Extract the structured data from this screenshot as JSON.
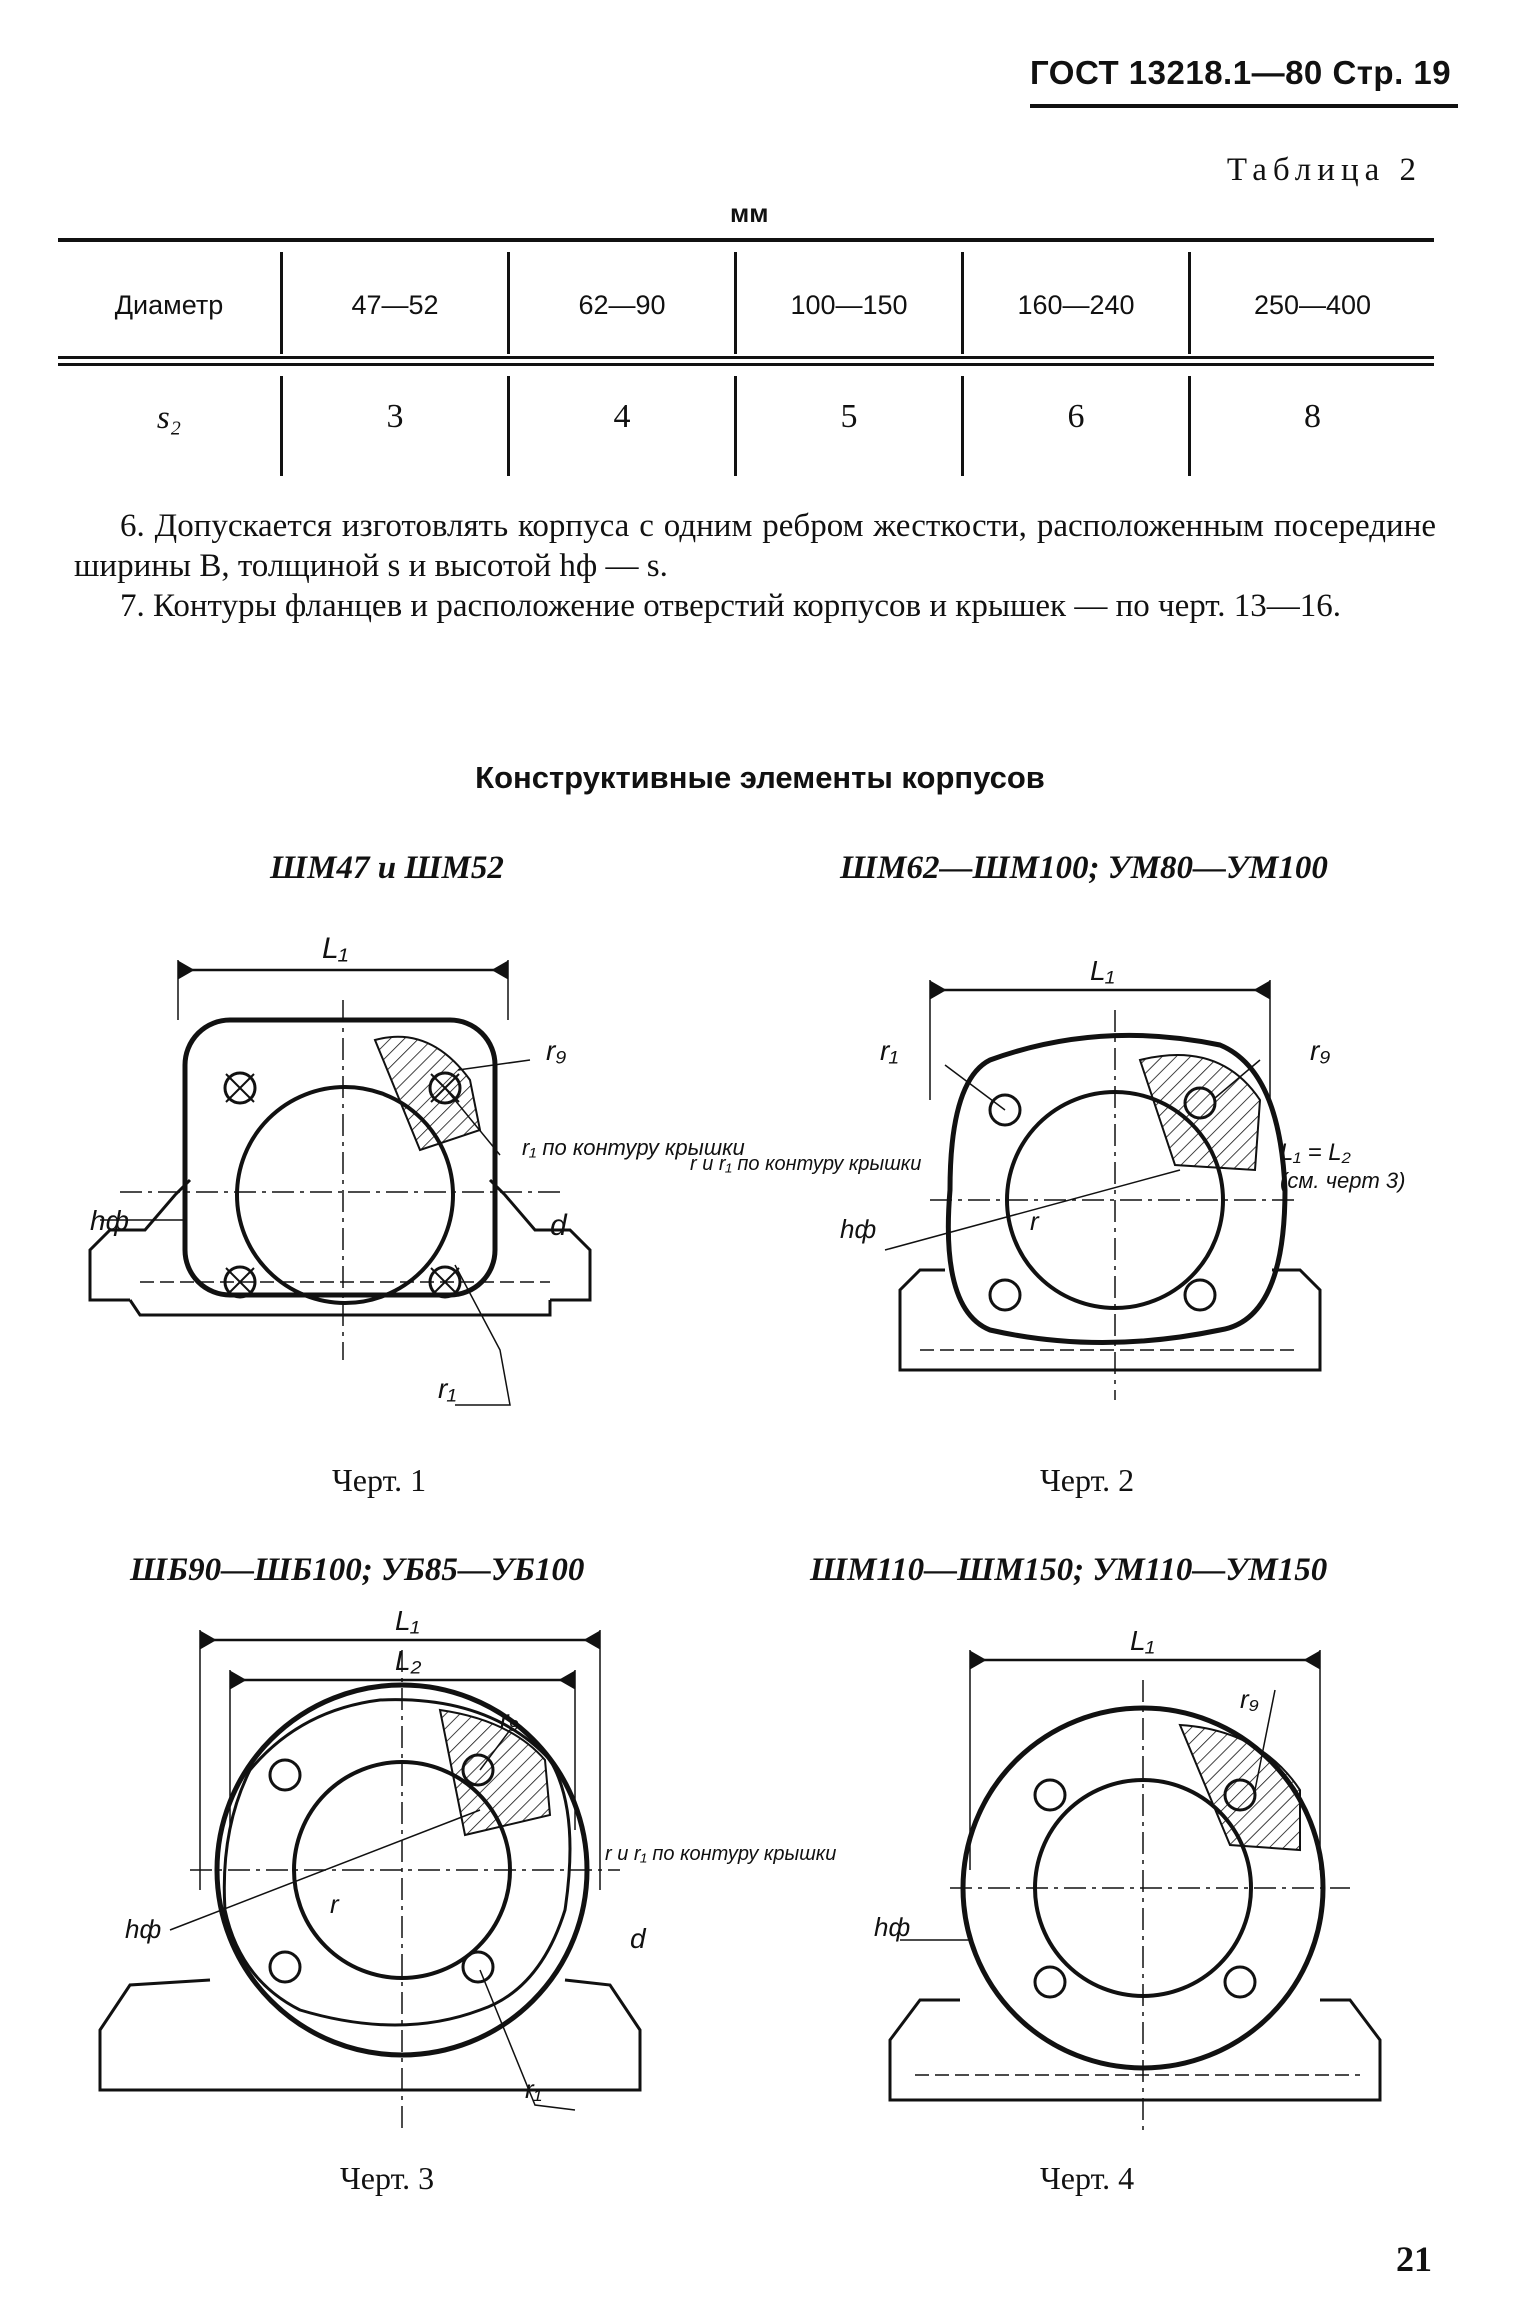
{
  "header": {
    "code": "ГОСТ 13218.1—80 Стр. 19"
  },
  "table": {
    "title": "Таблица 2",
    "units": "мм",
    "row1_label": "Диаметр",
    "row1_values": [
      "47—52",
      "62—90",
      "100—150",
      "160—240",
      "250—400"
    ],
    "row2_label": "s₂",
    "row2_values": [
      "3",
      "4",
      "5",
      "6",
      "8"
    ]
  },
  "paragraphs": [
    "6. Допускается изготовлять корпуса с одним ребром жесткости, расположенным посередине ширины B, толщиной s и высотой hф — s.",
    "7. Контуры фланцев и расположение отверстий корпусов и крышек — по черт. 13—16."
  ],
  "section_title": "Конструктивные элементы корпусов",
  "drawings": [
    {
      "title": "ШМ47 и ШМ52",
      "caption": "Черт. 1",
      "labels": {
        "l1": "L₁",
        "r9": "r₉",
        "r1_note": "r₁ по контуру крышки",
        "hf": "hф",
        "d": "d",
        "r1": "r₁"
      }
    },
    {
      "title": "ШМ62—ШМ100; УМ80—УМ100",
      "caption": "Черт. 2",
      "labels": {
        "l1": "L₁",
        "r1": "r₁",
        "r9": "r₉",
        "eq": "L₁ = L₂",
        "eq_ref": "(см. черт 3)",
        "note": "r и r₁ по контуру крышки",
        "hf": "hф",
        "r": "r"
      }
    },
    {
      "title": "ШБ90—ШБ100; УБ85—УБ100",
      "caption": "Черт. 3",
      "labels": {
        "l1": "L₁",
        "l2": "L₂",
        "r9": "r₉",
        "note": "r и r₁ по контуру крышки",
        "hf": "hф",
        "r": "r",
        "d": "d",
        "r1": "r₁"
      }
    },
    {
      "title": "ШМ110—ШМ150; УМ110—УМ150",
      "caption": "Черт. 4",
      "labels": {
        "l1": "L₁",
        "r9": "r₉",
        "hf": "hф"
      }
    }
  ],
  "page_number": "21"
}
